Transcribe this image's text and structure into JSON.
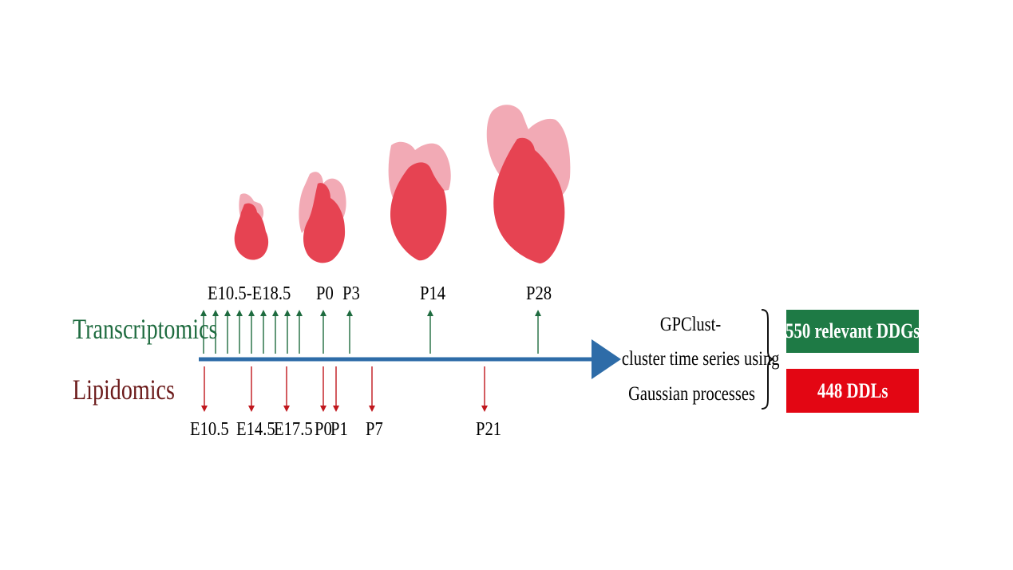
{
  "diagram": {
    "tracks": {
      "transcriptomics": {
        "label": "Transcriptomics",
        "color": "#1e6b3f"
      },
      "lipidomics": {
        "label": "Lipidomics",
        "color": "#6b1a1a"
      }
    },
    "top_timepoints": [
      "E10.5-E18.5",
      "P0",
      "P3",
      "P14",
      "P28"
    ],
    "bottom_timepoints": [
      "E10.5",
      "E14.5",
      "E17.5",
      "P0",
      "P1",
      "P7",
      "P21"
    ],
    "method": {
      "line1": "GPClust-",
      "line2": "cluster time series using",
      "line3": "Gaussian processes"
    },
    "results": {
      "genes": {
        "label": "550 relevant DDGs",
        "color": "#1e7a45"
      },
      "lipids": {
        "label": "448 DDLs",
        "color": "#e30613"
      }
    },
    "colors": {
      "timeline": "#2e6ca8",
      "transcriptomics_arrow": "#1e6b3f",
      "lipidomics_arrow": "#c0171d",
      "heart_dark": "#e64352",
      "heart_light": "#f2aab5"
    },
    "hearts": [
      "embryonic-heart",
      "p0-heart",
      "p14-heart",
      "p28-heart"
    ]
  }
}
